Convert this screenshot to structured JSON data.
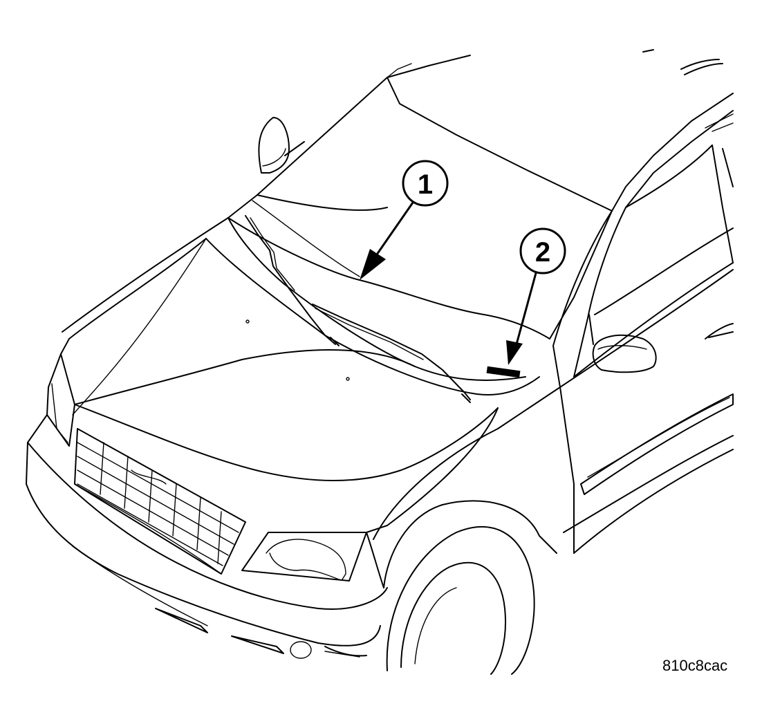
{
  "figure_id": "810c8cac",
  "callouts": [
    {
      "number": "1",
      "target": "windshield"
    },
    {
      "number": "2",
      "target": "vin-plate"
    }
  ],
  "colors": {
    "line": "#000000",
    "background": "#ffffff"
  }
}
